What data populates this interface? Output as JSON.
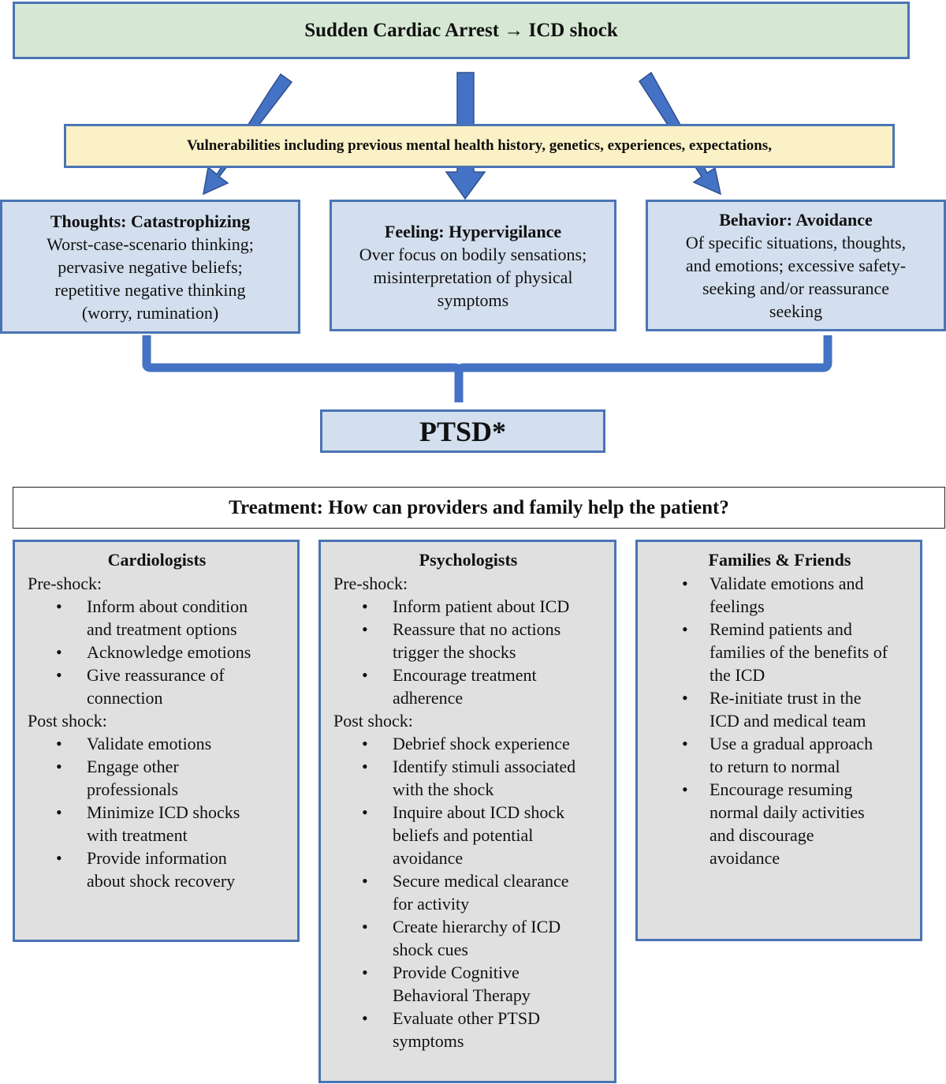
{
  "top": {
    "text": "Sudden Cardiac Arrest → ICD shock"
  },
  "vulnerabilities": {
    "text": "Vulnerabilities including previous mental health history, genetics, experiences, expectations,"
  },
  "boxes": [
    {
      "heading": "Thoughts: Catastrophizing",
      "lines": [
        "Worst-case-scenario thinking;",
        "pervasive negative beliefs;",
        "repetitive negative thinking",
        "(worry, rumination)"
      ]
    },
    {
      "heading": "Feeling: Hypervigilance",
      "lines": [
        "Over focus on bodily sensations;",
        "misinterpretation of physical",
        "symptoms"
      ]
    },
    {
      "heading": "Behavior: Avoidance",
      "lines": [
        "Of specific situations, thoughts,",
        "and emotions; excessive safety-",
        "seeking and/or reassurance",
        "seeking"
      ]
    }
  ],
  "ptsd": {
    "text": "PTSD*"
  },
  "treatment": {
    "text": "Treatment: How can providers and family help the patient?"
  },
  "cardiologists": {
    "heading": "Cardiologists",
    "pre_label": "Pre-shock:",
    "pre": [
      [
        "Inform about condition",
        "and treatment options"
      ],
      [
        "Acknowledge emotions"
      ],
      [
        "Give reassurance of",
        "connection"
      ]
    ],
    "post_label": "Post shock:",
    "post": [
      [
        "Validate emotions"
      ],
      [
        "Engage other",
        "professionals"
      ],
      [
        "Minimize ICD shocks",
        "with treatment"
      ],
      [
        "Provide information",
        "about shock recovery"
      ]
    ]
  },
  "psychologists": {
    "heading": "Psychologists",
    "pre_label": "Pre-shock:",
    "pre": [
      [
        "Inform patient about ICD"
      ],
      [
        "Reassure that no actions",
        "trigger the shocks"
      ],
      [
        "Encourage treatment",
        "adherence"
      ]
    ],
    "post_label": "Post shock:",
    "post": [
      [
        "Debrief shock experience"
      ],
      [
        "Identify stimuli associated",
        "with the shock"
      ],
      [
        "Inquire about ICD shock",
        "beliefs and potential",
        "avoidance"
      ],
      [
        "Secure medical clearance",
        "for activity"
      ],
      [
        "Create hierarchy of ICD",
        "shock cues"
      ],
      [
        "Provide Cognitive",
        "Behavioral Therapy"
      ],
      [
        "Evaluate other PTSD",
        "symptoms"
      ]
    ]
  },
  "families": {
    "heading": "Families & Friends",
    "items": [
      [
        "Validate emotions and",
        "feelings"
      ],
      [
        "Remind patients and",
        "families of the benefits of",
        "the ICD"
      ],
      [
        "Re-initiate trust in the",
        "ICD and medical team"
      ],
      [
        "Use a gradual approach",
        "to return to normal"
      ],
      [
        "Encourage resuming",
        "normal daily activities",
        "and discourage",
        "avoidance"
      ]
    ]
  },
  "colors": {
    "arrow": "#4472c4",
    "border": "#4a74b4",
    "green": "#d6e8d4",
    "yellow": "#fbf1c6",
    "blue": "#d3dfee",
    "gray": "#e0e0e0"
  }
}
